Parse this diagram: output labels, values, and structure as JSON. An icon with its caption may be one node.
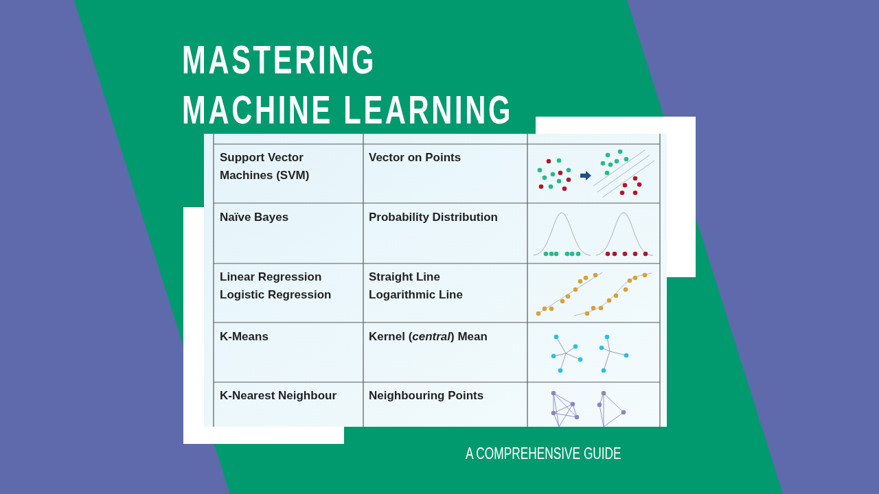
{
  "diagram": {
    "title": "MASTERING MACHINE LEARNING",
    "caption": "A COMPREHENSIVE GUIDE",
    "labels": [
      "Support Vector Machines (SVM)",
      "Vector on Points",
      "Naïve Bayes",
      "Probability Distribution",
      "Linear Regression",
      "Straight Line",
      "Logistic Regression",
      "Logarithmic Line",
      "K-Means",
      "Kernel (*central*) Mean",
      "K-Nearest Neighbour",
      "Neighbouring Points"
    ]
  }
}
